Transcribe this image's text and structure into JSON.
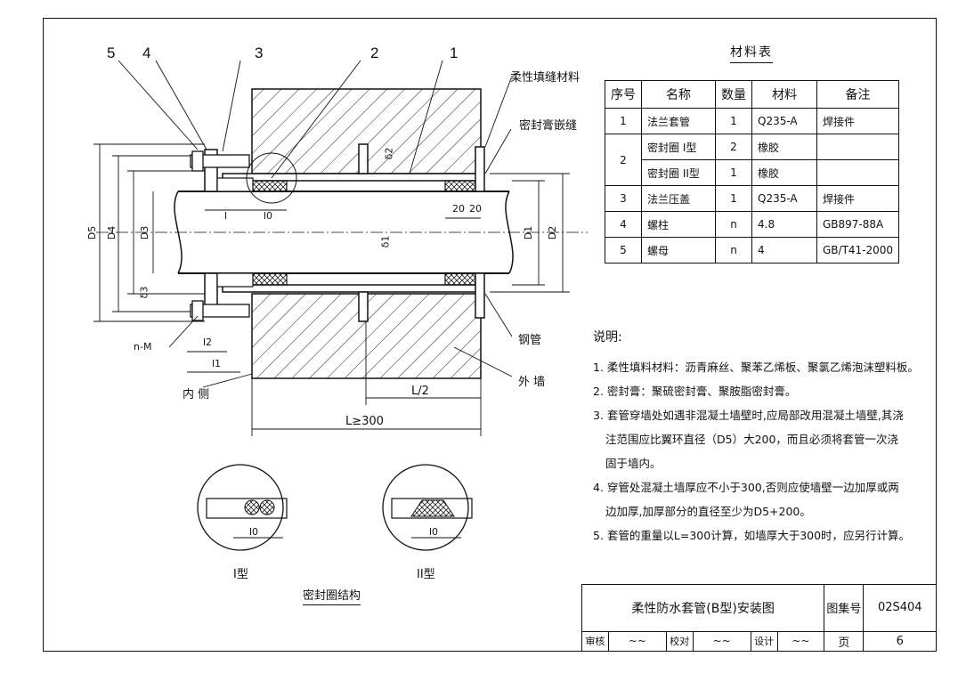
{
  "drawing": {
    "part_numbers": [
      "5",
      "4",
      "3",
      "2",
      "1"
    ],
    "labels": {
      "flexible_filler": "柔性填缝材料",
      "sealant_joint": "密封膏嵌缝",
      "steel_pipe": "钢管",
      "outer_wall": "外 墙",
      "inner_side": "内 侧",
      "bolt_spec": "n-M"
    },
    "dimensions": {
      "D5": "D5",
      "D4": "D4",
      "D3": "D3",
      "D1": "D1",
      "D2": "D2",
      "delta1": "δ1",
      "delta2": "δ2",
      "delta3": "δ3",
      "l": "l",
      "l0": "l0",
      "l1": "l1",
      "l2": "l2",
      "w20a": "20",
      "w20b": "20",
      "half_L": "L/2",
      "L_min": "L≥300"
    },
    "detail": {
      "type1_label": "I型",
      "type2_label": "II型",
      "l0_a": "l0",
      "l0_b": "l0",
      "caption": "密封圈结构"
    }
  },
  "materials": {
    "title": "材料表",
    "headers": [
      "序号",
      "名称",
      "数量",
      "材料",
      "备注"
    ],
    "rows": [
      {
        "no": "1",
        "name": "法兰套管",
        "qty": "1",
        "material": "Q235-A",
        "note": "焊接件"
      },
      {
        "no": "2",
        "name": "密封圈 I型",
        "qty": "2",
        "material": "橡胶",
        "note": ""
      },
      {
        "no": "",
        "name": "密封圈 II型",
        "qty": "1",
        "material": "橡胶",
        "note": ""
      },
      {
        "no": "3",
        "name": "法兰压盖",
        "qty": "1",
        "material": "Q235-A",
        "note": "焊接件"
      },
      {
        "no": "4",
        "name": "螺柱",
        "qty": "n",
        "material": "4.8",
        "note": "GB897-88A"
      },
      {
        "no": "5",
        "name": "螺母",
        "qty": "n",
        "material": "4",
        "note": "GB/T41-2000"
      }
    ]
  },
  "notes": {
    "heading": "说明:",
    "lines": [
      "1. 柔性填料材料：沥青麻丝、聚苯乙烯板、聚氯乙烯泡沫塑料板。",
      "2. 密封膏：聚硫密封膏、聚胺脂密封膏。",
      "3. 套管穿墙处如遇非混凝土墙壁时,应局部改用混凝土墙壁,其浇",
      "注范围应比翼环直径（D5）大200，而且必须将套管一次浇",
      "固于墙内。",
      "4. 穿管处混凝土墙厚应不小于300,否则应使墙壁一边加厚或两",
      "边加厚,加厚部分的直径至少为D5+200。",
      "5. 套管的重量以L=300计算，如墙厚大于300时，应另行计算。"
    ]
  },
  "title_block": {
    "title": "柔性防水套管(B型)安装图",
    "atlas_label": "图集号",
    "atlas_no": "02S404",
    "review_label": "审核",
    "check_label": "校对",
    "design_label": "设计",
    "page_label": "页",
    "page_no": "6"
  }
}
